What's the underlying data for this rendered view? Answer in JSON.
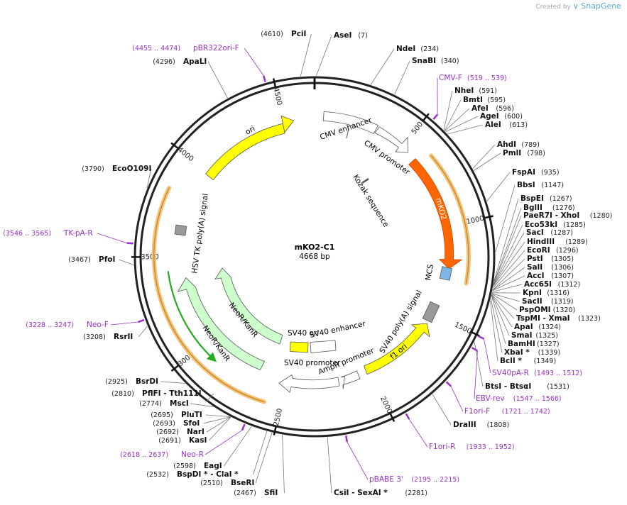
{
  "creator": {
    "prefix": "Created by",
    "brand": "SnapGene"
  },
  "plasmid": {
    "name": "mKO2-C1",
    "size_label": "4668 bp",
    "length": 4668
  },
  "colors": {
    "backbone": "#222222",
    "primer": "#9b30c8",
    "ori": "#ffff00",
    "mko2": "#ff6600",
    "mcs": "#7eb6e6",
    "neo": "#ccffcc",
    "polyA": "#999999",
    "promoter": "#ffffff",
    "orf_highlight": "#f5c27a",
    "neo_orf": "#22aa22"
  },
  "ticks": [
    "500",
    "1000",
    "1500",
    "2000",
    "2500",
    "3000",
    "3500",
    "4000",
    "4500"
  ],
  "sites": [
    {
      "name": "AseI",
      "pos": "(7)"
    },
    {
      "name": "NdeI",
      "pos": "(234)"
    },
    {
      "name": "SnaBI",
      "pos": "(340)"
    },
    {
      "name": "NheI",
      "pos": "(591)"
    },
    {
      "name": "BmtI",
      "pos": "(595)"
    },
    {
      "name": "AfeI",
      "pos": "(596)"
    },
    {
      "name": "AgeI",
      "pos": "(600)"
    },
    {
      "name": "AleI",
      "pos": "(613)"
    },
    {
      "name": "AhdI",
      "pos": "(789)"
    },
    {
      "name": "PmlI",
      "pos": "(798)"
    },
    {
      "name": "FspAI",
      "pos": "(935)"
    },
    {
      "name": "BbsI",
      "pos": "(1147)"
    },
    {
      "name": "BspEI",
      "pos": "(1267)"
    },
    {
      "name": "BglII",
      "pos": "(1276)"
    },
    {
      "name": "PaeR7I - XhoI",
      "pos": "(1280)"
    },
    {
      "name": "Eco53kI",
      "pos": "(1285)"
    },
    {
      "name": "SacI",
      "pos": "(1287)"
    },
    {
      "name": "HindIII",
      "pos": "(1289)"
    },
    {
      "name": "EcoRI",
      "pos": "(1296)"
    },
    {
      "name": "PstI",
      "pos": "(1305)"
    },
    {
      "name": "SalI",
      "pos": "(1306)"
    },
    {
      "name": "AccI",
      "pos": "(1307)"
    },
    {
      "name": "Acc65I",
      "pos": "(1312)"
    },
    {
      "name": "KpnI",
      "pos": "(1316)"
    },
    {
      "name": "SacII",
      "pos": "(1319)"
    },
    {
      "name": "PspOMI",
      "pos": "(1320)"
    },
    {
      "name": "TspMI - XmaI",
      "pos": "(1323)"
    },
    {
      "name": "ApaI",
      "pos": "(1324)"
    },
    {
      "name": "SmaI",
      "pos": "(1325)"
    },
    {
      "name": "BamHI",
      "pos": "(1327)"
    },
    {
      "name": "XbaI *",
      "pos": "(1339)"
    },
    {
      "name": "BclI *",
      "pos": "(1349)"
    },
    {
      "name": "BtsI - BtsαI",
      "pos": "(1531)"
    },
    {
      "name": "DraIII",
      "pos": "(1808)"
    },
    {
      "name": "CsiI - SexAI *",
      "pos": "(2281)"
    },
    {
      "name": "SfiI",
      "pos": "(2467)"
    },
    {
      "name": "BseRI",
      "pos": "(2510)"
    },
    {
      "name": "BspDI * - ClaI *",
      "pos": "(2532)"
    },
    {
      "name": "EagI",
      "pos": "(2598)"
    },
    {
      "name": "KasI",
      "pos": "(2691)"
    },
    {
      "name": "NarI",
      "pos": "(2692)"
    },
    {
      "name": "SfoI",
      "pos": "(2693)"
    },
    {
      "name": "PluTI",
      "pos": "(2695)"
    },
    {
      "name": "MscI",
      "pos": "(2774)"
    },
    {
      "name": "PflFI - Tth111I",
      "pos": "(2810)"
    },
    {
      "name": "BsrDI",
      "pos": "(2925)"
    },
    {
      "name": "RsrII",
      "pos": "(3208)"
    },
    {
      "name": "PfoI",
      "pos": "(3467)"
    },
    {
      "name": "EcoO109I",
      "pos": "(3790)"
    },
    {
      "name": "ApaLI",
      "pos": "(4296)"
    },
    {
      "name": "PciI",
      "pos": "(4610)"
    }
  ],
  "primers": [
    {
      "name": "CMV-F",
      "pos": "(519 .. 539)"
    },
    {
      "name": "SV40pA-R",
      "pos": "(1493 .. 1512)"
    },
    {
      "name": "EBV-rev",
      "pos": "(1547 .. 1566)"
    },
    {
      "name": "F1ori-F",
      "pos": "(1721 .. 1742)"
    },
    {
      "name": "F1ori-R",
      "pos": "(1933 .. 1952)"
    },
    {
      "name": "pBABE 3'",
      "pos": "(2195 .. 2215)"
    },
    {
      "name": "Neo-R",
      "pos": "(2618 .. 2637)"
    },
    {
      "name": "Neo-F",
      "pos": "(3228 .. 3247)"
    },
    {
      "name": "TK-pA-R",
      "pos": "(3546 .. 3565)"
    },
    {
      "name": "pBR322ori-F",
      "pos": "(4455 .. 4474)"
    }
  ],
  "features": {
    "ori": "ori",
    "cmv_enhancer": "CMV enhancer",
    "cmv_promoter": "CMV promoter",
    "kozak": "Kozak sequence",
    "mko2": "mKO2",
    "mcs": "MCS",
    "sv40_polya": "SV40 poly(A) signal",
    "f1_ori": "f1 ori",
    "ampr_promoter": "AmpR promoter",
    "sv40_promoter": "SV40 promoter",
    "sv40_enhancer": "SV40 enhancer",
    "sv40_ori": "SV40 ori",
    "neor_inner": "NeoR/KanR",
    "neor_outer": "NeoR/KanR",
    "hsv_tk_polya": "HSV TK poly(A) signal"
  }
}
